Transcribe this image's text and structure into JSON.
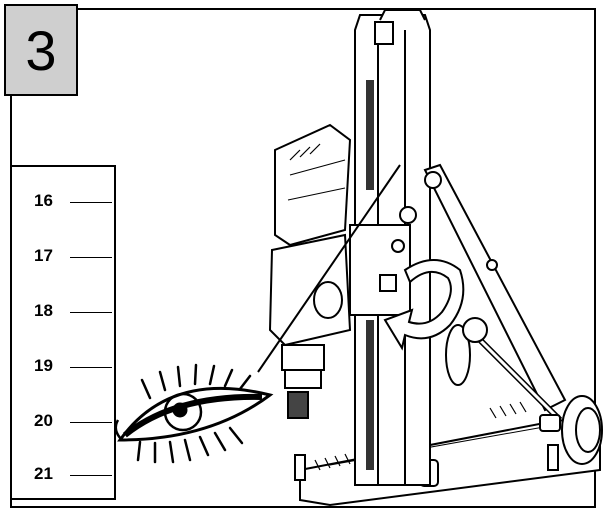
{
  "step": {
    "number": "3"
  },
  "scale": {
    "ticks": [
      {
        "label": "16"
      },
      {
        "label": "17"
      },
      {
        "label": "18"
      },
      {
        "label": "19"
      },
      {
        "label": "20"
      },
      {
        "label": "21"
      }
    ]
  },
  "illustration": {
    "subject": "drill-stand-with-core-drill",
    "icons": [
      "eye-icon",
      "rotation-arrow-icon"
    ]
  }
}
